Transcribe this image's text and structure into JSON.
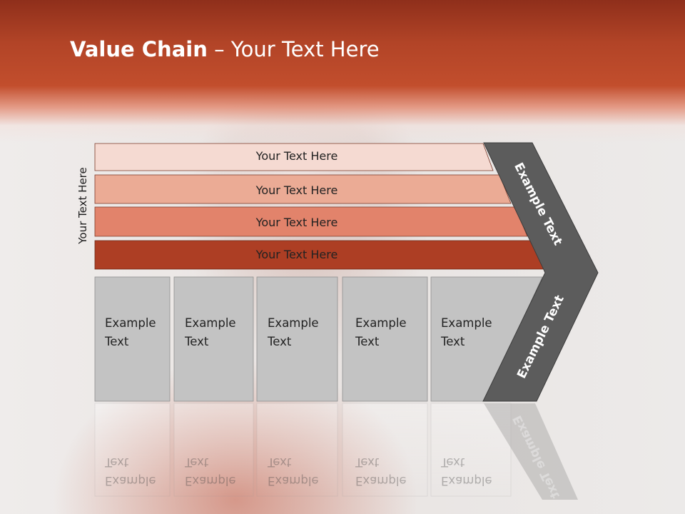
{
  "title": {
    "bold": "Value Chain",
    "rest": " – Your Text Here"
  },
  "side_label": "Your Text Here",
  "bands": [
    {
      "label": "Your Text Here",
      "color": "#f5dad2"
    },
    {
      "label": "Your Text Here",
      "color": "#ebab95"
    },
    {
      "label": "Your Text Here",
      "color": "#e2836b"
    },
    {
      "label": "Your Text Here",
      "color": "#ad3e24"
    }
  ],
  "columns": [
    {
      "line1": "Example",
      "line2": "Text"
    },
    {
      "line1": "Example",
      "line2": "Text"
    },
    {
      "line1": "Example",
      "line2": "Text"
    },
    {
      "line1": "Example",
      "line2": "Text"
    },
    {
      "line1": "Example",
      "line2": "Text"
    }
  ],
  "arrow": {
    "upper_text": "Example Text",
    "lower_text": "Example Text",
    "color": "#5c5c5c"
  },
  "colors": {
    "header": "#b7462a",
    "column_fill": "#c3c3c3"
  }
}
